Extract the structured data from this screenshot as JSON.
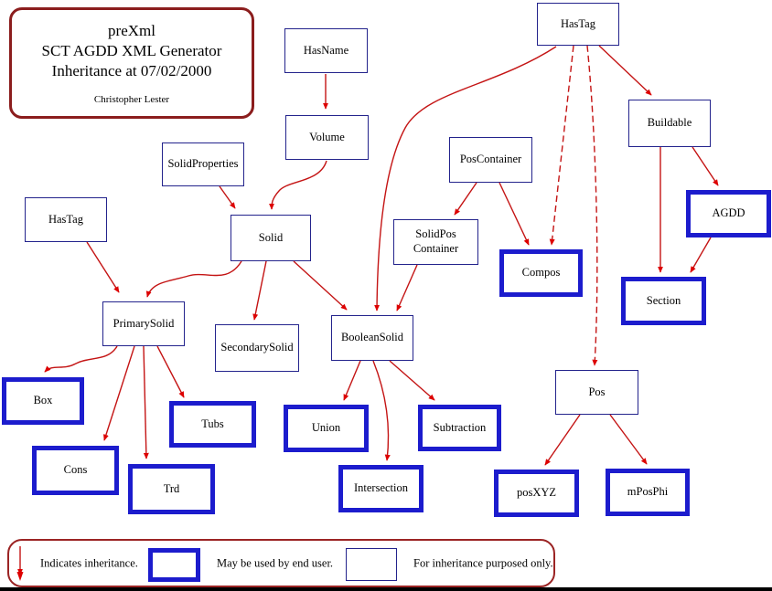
{
  "title_box": {
    "line1": "preXml",
    "line2": "SCT AGDD XML Generator",
    "line3": "Inheritance at 07/02/2000",
    "author": "Christopher Lester"
  },
  "nodes": [
    {
      "label": "HasName",
      "type": "inheritance-only"
    },
    {
      "label": "HasTag",
      "type": "inheritance-only"
    },
    {
      "label": "Volume",
      "type": "inheritance-only"
    },
    {
      "label": "SolidProperties",
      "type": "inheritance-only"
    },
    {
      "label": "PosContainer",
      "type": "inheritance-only"
    },
    {
      "label": "Buildable",
      "type": "inheritance-only"
    },
    {
      "label": "HasTag",
      "type": "inheritance-only"
    },
    {
      "label": "Solid",
      "type": "inheritance-only"
    },
    {
      "label": "SolidPos Container",
      "type": "inheritance-only"
    },
    {
      "label": "Compos",
      "type": "end-user"
    },
    {
      "label": "AGDD",
      "type": "end-user"
    },
    {
      "label": "Section",
      "type": "end-user"
    },
    {
      "label": "PrimarySolid",
      "type": "inheritance-only"
    },
    {
      "label": "SecondarySolid",
      "type": "inheritance-only"
    },
    {
      "label": "BooleanSolid",
      "type": "inheritance-only"
    },
    {
      "label": "Pos",
      "type": "inheritance-only"
    },
    {
      "label": "Box",
      "type": "end-user"
    },
    {
      "label": "Tubs",
      "type": "end-user"
    },
    {
      "label": "Union",
      "type": "end-user"
    },
    {
      "label": "Subtraction",
      "type": "end-user"
    },
    {
      "label": "Cons",
      "type": "end-user"
    },
    {
      "label": "Trd",
      "type": "end-user"
    },
    {
      "label": "Intersection",
      "type": "end-user"
    },
    {
      "label": "posXYZ",
      "type": "end-user"
    },
    {
      "label": "mPosPhi",
      "type": "end-user"
    }
  ],
  "edges": [
    {
      "from": "HasName",
      "to": "Volume"
    },
    {
      "from": "Volume",
      "to": "Solid"
    },
    {
      "from": "SolidProperties",
      "to": "Solid"
    },
    {
      "from": "HasTag-left",
      "to": "PrimarySolid"
    },
    {
      "from": "Solid",
      "to": "PrimarySolid"
    },
    {
      "from": "Solid",
      "to": "SecondarySolid"
    },
    {
      "from": "Solid",
      "to": "BooleanSolid"
    },
    {
      "from": "HasTag-top",
      "to": "BooleanSolid"
    },
    {
      "from": "SolidPosContainer",
      "to": "BooleanSolid"
    },
    {
      "from": "PosContainer",
      "to": "SolidPosContainer"
    },
    {
      "from": "PosContainer",
      "to": "Compos"
    },
    {
      "from": "HasTag-top",
      "to": "Compos"
    },
    {
      "from": "HasTag-top",
      "to": "Pos"
    },
    {
      "from": "HasTag-top",
      "to": "Buildable"
    },
    {
      "from": "Buildable",
      "to": "Section"
    },
    {
      "from": "Buildable",
      "to": "AGDD"
    },
    {
      "from": "AGDD",
      "to": "Section"
    },
    {
      "from": "Pos",
      "to": "posXYZ"
    },
    {
      "from": "Pos",
      "to": "mPosPhi"
    },
    {
      "from": "PrimarySolid",
      "to": "Box"
    },
    {
      "from": "PrimarySolid",
      "to": "Cons"
    },
    {
      "from": "PrimarySolid",
      "to": "Trd"
    },
    {
      "from": "PrimarySolid",
      "to": "Tubs"
    },
    {
      "from": "BooleanSolid",
      "to": "Union"
    },
    {
      "from": "BooleanSolid",
      "to": "Intersection"
    },
    {
      "from": "BooleanSolid",
      "to": "Subtraction"
    }
  ],
  "legend": {
    "arrow_label": "Indicates inheritance.",
    "end_user_label": "May be used by end user.",
    "inheritance_label": "For inheritance purposed only."
  },
  "colors": {
    "arrow_line": "#c41414",
    "arrow_head": "#dd0000",
    "thin_border": "#23238c",
    "thick_border": "#1c1ccd",
    "title_border": "#8b1d1d",
    "legend_border": "#9b2424"
  }
}
